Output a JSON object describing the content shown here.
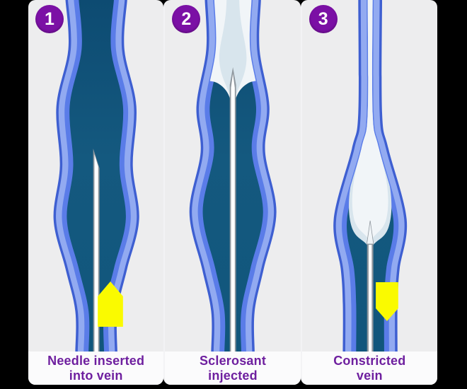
{
  "steps": [
    {
      "number": "1",
      "label": "Needle inserted into vein",
      "label_lines": [
        "Needle inserted",
        "into vein"
      ],
      "marker_icon": "yellow-arrow-up-icon"
    },
    {
      "number": "2",
      "label": "Sclerosant injected",
      "label_lines": [
        "Sclerosant",
        "injected"
      ],
      "marker_icon": null
    },
    {
      "number": "3",
      "label": "Constricted vein",
      "label_lines": [
        "Constricted",
        "vein"
      ],
      "marker_icon": "yellow-arrow-down-icon"
    }
  ],
  "colors": {
    "page_background": "#000000",
    "panel_background": "#ededee",
    "caption_background": "#fbfbfc",
    "vein_outer_edge": "#3e5fd1",
    "vein_outer_wall": "#92aaf1",
    "vein_inner_wall": "#5a7ce8",
    "vein_lumen_dark_top": "#0d4b72",
    "vein_lumen_dark_mid": "#14597f",
    "vein_lumen_dark_bottom": "#11567c",
    "sclerosant_white": "#f1f5f8",
    "sclerosant_shade": "#d8e5ed",
    "needle_gray": "#8f979e",
    "needle_white": "#ffffff",
    "marker_yellow": "#fafa00",
    "badge_purple": "#7b10a5",
    "caption_text_purple": "#6e1f9f"
  }
}
